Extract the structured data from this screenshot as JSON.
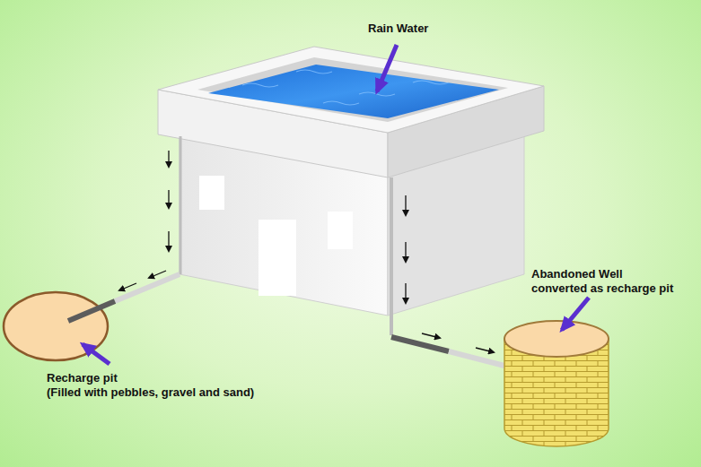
{
  "diagram": {
    "labels": [
      "Rain Water",
      "Abandoned Well",
      "converted as recharge pit",
      "Recharge pit",
      "(Filled with pebbles, gravel and sand)"
    ]
  }
}
